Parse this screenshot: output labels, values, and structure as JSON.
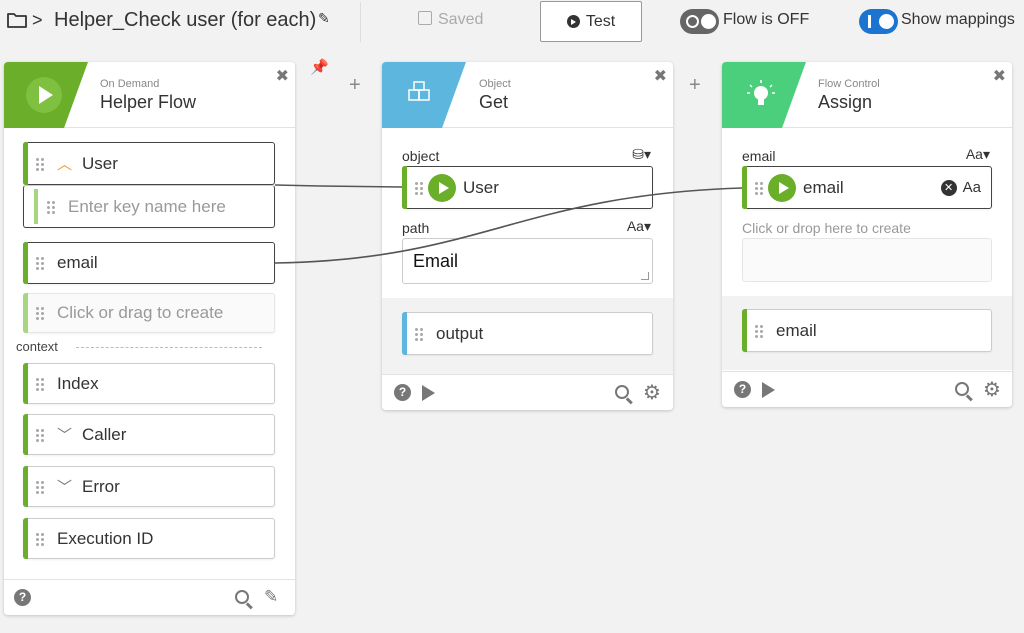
{
  "topbar": {
    "breadcrumb_sep": ">",
    "flow_name": "Helper_Check user (for each)",
    "saved_label": "Saved",
    "test_label": "Test",
    "flow_status_label": "Flow is OFF",
    "mappings_label": "Show mappings"
  },
  "cards": {
    "helper": {
      "category": "On Demand",
      "name": "Helper Flow",
      "band_color": "#6aae2a",
      "inputs": {
        "user_label": "User",
        "key_placeholder": "Enter key name here",
        "email_label": "email",
        "create_placeholder": "Click or drag to create"
      },
      "context_label": "context",
      "context_items": [
        "Index",
        "Caller",
        "Error",
        "Execution ID"
      ]
    },
    "object_get": {
      "category": "Object",
      "name": "Get",
      "band_color": "#5cb6dd",
      "object_label": "object",
      "object_value": "User",
      "path_label": "path",
      "path_type": "Aa",
      "path_value": "Email",
      "output_label": "output"
    },
    "assign": {
      "category": "Flow Control",
      "name": "Assign",
      "band_color": "#4ccf7c",
      "email_label": "email",
      "email_type": "Aa",
      "email_value": "email",
      "email_value_type": "Aa",
      "drop_hint": "Click or drop here to create",
      "output_label": "email"
    }
  }
}
